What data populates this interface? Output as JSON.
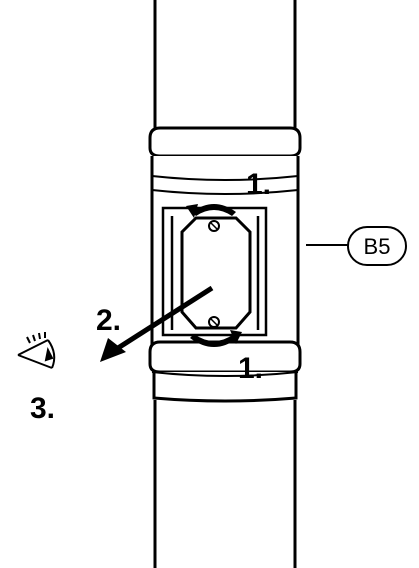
{
  "diagram": {
    "step_labels": {
      "step1_top": "1.",
      "step1_bottom": "1.",
      "step2": "2.",
      "step3": "3."
    },
    "callout": {
      "label": "B5"
    }
  }
}
